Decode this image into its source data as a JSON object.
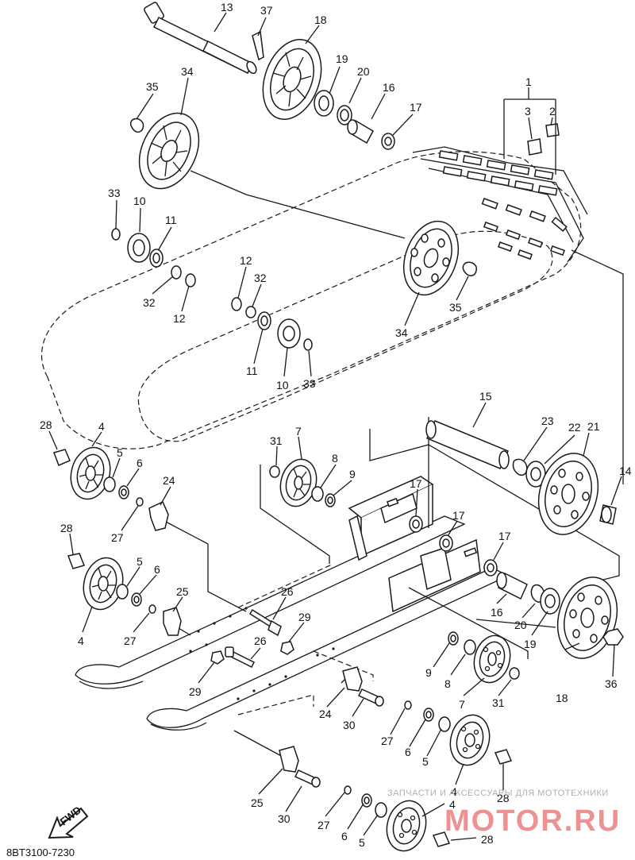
{
  "diagram_code": "8BT3100-7230",
  "fwd_label": "FWD",
  "watermark": {
    "line1": "ЗАПЧАСТИ И АКСЕССУАРЫ ДЛЯ МОТОТЕХНИКИ",
    "line2": "MOTOR.RU"
  },
  "callouts": [
    {
      "id": "c13a",
      "text": "13"
    },
    {
      "id": "c37",
      "text": "37"
    },
    {
      "id": "c18a",
      "text": "18"
    },
    {
      "id": "c19a",
      "text": "19"
    },
    {
      "id": "c20a",
      "text": "20"
    },
    {
      "id": "c16a",
      "text": "16"
    },
    {
      "id": "c17a",
      "text": "17"
    },
    {
      "id": "c1",
      "text": "1"
    },
    {
      "id": "c3",
      "text": "3"
    },
    {
      "id": "c2",
      "text": "2"
    },
    {
      "id": "c34a",
      "text": "34"
    },
    {
      "id": "c35a",
      "text": "35"
    },
    {
      "id": "c33a",
      "text": "33"
    },
    {
      "id": "c10a",
      "text": "10"
    },
    {
      "id": "c11a",
      "text": "11"
    },
    {
      "id": "c32a",
      "text": "32"
    },
    {
      "id": "c12a",
      "text": "12"
    },
    {
      "id": "c12b",
      "text": "12"
    },
    {
      "id": "c32b",
      "text": "32"
    },
    {
      "id": "c11b",
      "text": "11"
    },
    {
      "id": "c10b",
      "text": "10"
    },
    {
      "id": "c33b",
      "text": "33"
    },
    {
      "id": "c34b",
      "text": "34"
    },
    {
      "id": "c35b",
      "text": "35"
    },
    {
      "id": "c28a",
      "text": "28"
    },
    {
      "id": "c4a",
      "text": "4"
    },
    {
      "id": "c5a",
      "text": "5"
    },
    {
      "id": "c6a",
      "text": "6"
    },
    {
      "id": "c27a",
      "text": "27"
    },
    {
      "id": "c24a",
      "text": "24"
    },
    {
      "id": "c31a",
      "text": "31"
    },
    {
      "id": "c7a",
      "text": "7"
    },
    {
      "id": "c8a",
      "text": "8"
    },
    {
      "id": "c9a",
      "text": "9"
    },
    {
      "id": "c15",
      "text": "15"
    },
    {
      "id": "c23",
      "text": "23"
    },
    {
      "id": "c22",
      "text": "22"
    },
    {
      "id": "c21",
      "text": "21"
    },
    {
      "id": "c14",
      "text": "14"
    },
    {
      "id": "c17b",
      "text": "17"
    },
    {
      "id": "c17c",
      "text": "17"
    },
    {
      "id": "c17d",
      "text": "17"
    },
    {
      "id": "c28b",
      "text": "28"
    },
    {
      "id": "c5b",
      "text": "5"
    },
    {
      "id": "c6b",
      "text": "6"
    },
    {
      "id": "c4b",
      "text": "4"
    },
    {
      "id": "c27b",
      "text": "27"
    },
    {
      "id": "c25a",
      "text": "25"
    },
    {
      "id": "c26a",
      "text": "26"
    },
    {
      "id": "c29a",
      "text": "29"
    },
    {
      "id": "c26b",
      "text": "26"
    },
    {
      "id": "c29b",
      "text": "29"
    },
    {
      "id": "c16b",
      "text": "16"
    },
    {
      "id": "c20b",
      "text": "20"
    },
    {
      "id": "c19b",
      "text": "19"
    },
    {
      "id": "c18b",
      "text": "18"
    },
    {
      "id": "c36",
      "text": "36"
    },
    {
      "id": "c9b",
      "text": "9"
    },
    {
      "id": "c8b",
      "text": "8"
    },
    {
      "id": "c7b",
      "text": "7"
    },
    {
      "id": "c31b",
      "text": "31"
    },
    {
      "id": "c24b",
      "text": "24"
    },
    {
      "id": "c30a",
      "text": "30"
    },
    {
      "id": "c27c",
      "text": "27"
    },
    {
      "id": "c6c",
      "text": "6"
    },
    {
      "id": "c5c",
      "text": "5"
    },
    {
      "id": "c4c",
      "text": "4"
    },
    {
      "id": "c28c",
      "text": "28"
    },
    {
      "id": "c25b",
      "text": "25"
    },
    {
      "id": "c30b",
      "text": "30"
    },
    {
      "id": "c27d",
      "text": "27"
    },
    {
      "id": "c6d",
      "text": "6"
    },
    {
      "id": "c5d",
      "text": "5"
    },
    {
      "id": "c4d",
      "text": "4"
    },
    {
      "id": "c28d",
      "text": "28"
    }
  ]
}
